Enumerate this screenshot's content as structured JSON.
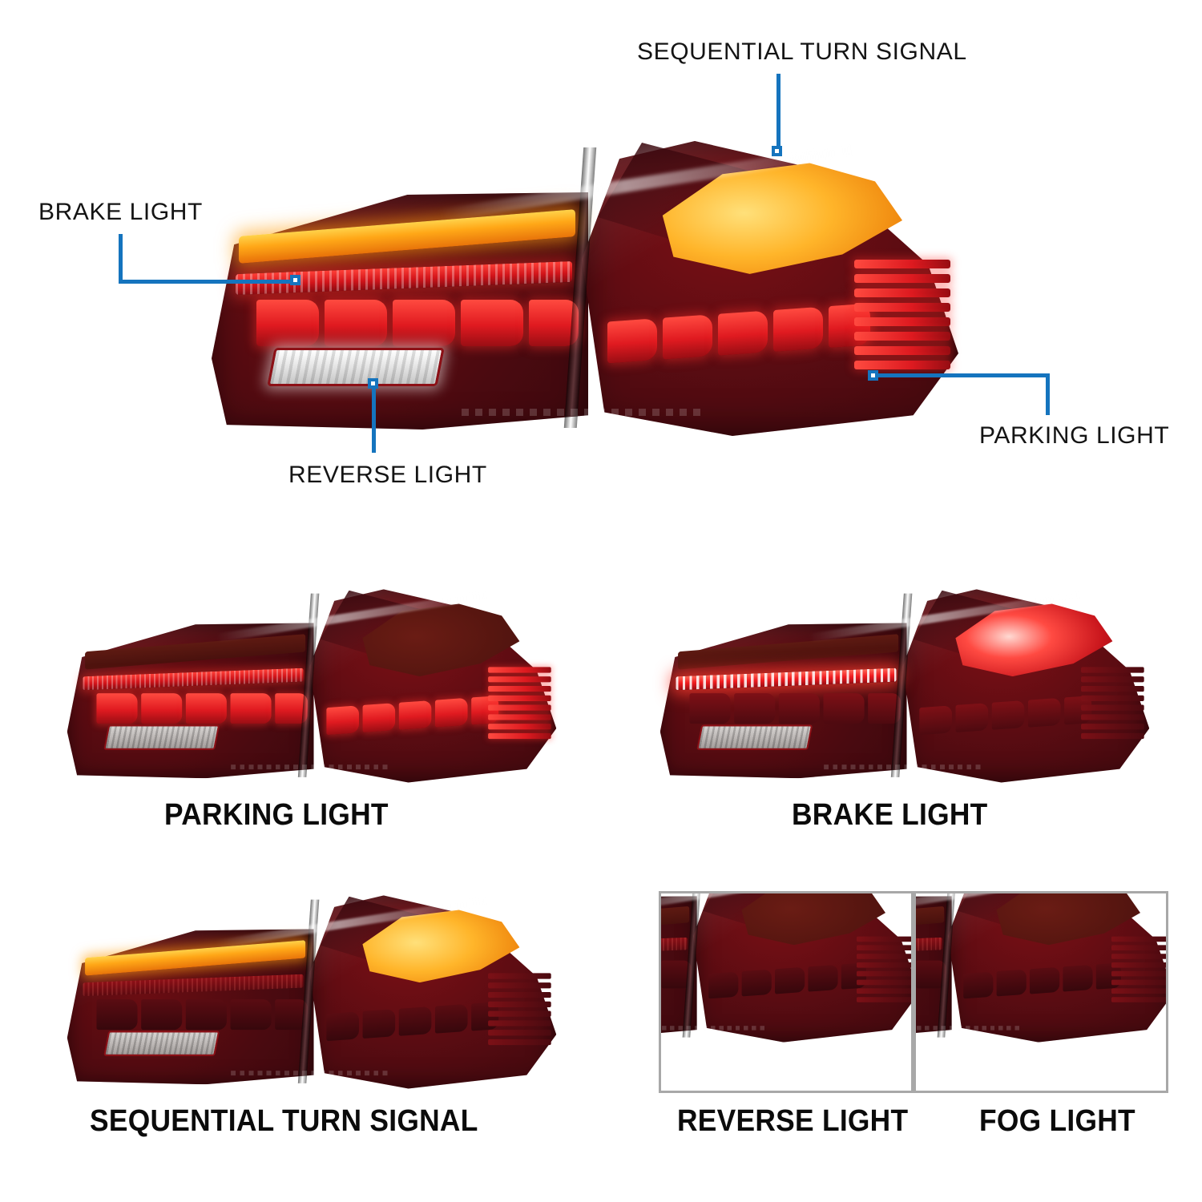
{
  "accent_color": "#1574be",
  "panel_border_color": "#a8a8a8",
  "hero": {
    "callouts": [
      {
        "id": "brake-light",
        "label": "BRAKE LIGHT"
      },
      {
        "id": "sequential-turn-signal",
        "label": "SEQUENTIAL TURN SIGNAL"
      },
      {
        "id": "parking-light",
        "label": "PARKING LIGHT"
      },
      {
        "id": "reverse-light",
        "label": "REVERSE LIGHT"
      }
    ]
  },
  "modes": [
    {
      "id": "parking-light",
      "caption": "PARKING LIGHT"
    },
    {
      "id": "brake-light",
      "caption": "BRAKE LIGHT"
    },
    {
      "id": "sequential-turn-signal",
      "caption": "SEQUENTIAL TURN SIGNAL"
    },
    {
      "id": "reverse-light",
      "caption": "REVERSE LIGHT"
    },
    {
      "id": "fog-light",
      "caption": "FOG LIGHT"
    }
  ]
}
